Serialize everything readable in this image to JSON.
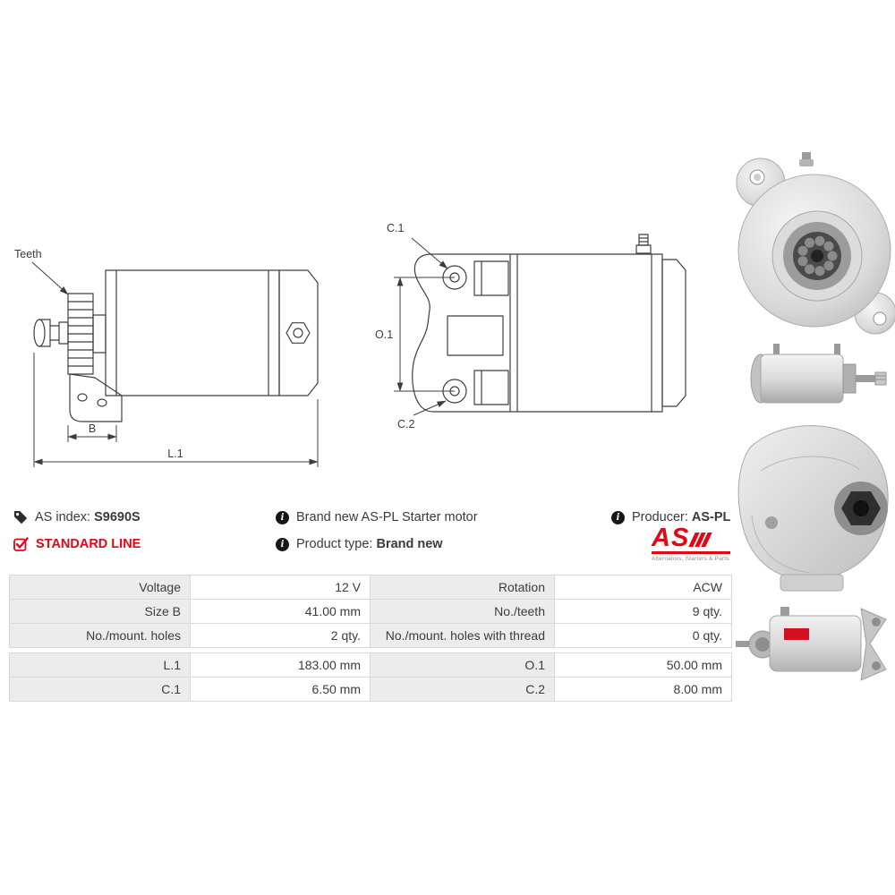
{
  "product_info": {
    "as_index_label": "AS index:",
    "as_index_value": "S9690S",
    "description": "Brand new AS-PL Starter motor",
    "producer_label": "Producer:",
    "producer_value": "AS-PL",
    "standard_line_label": "STANDARD LINE",
    "product_type_label": "Product type:",
    "product_type_value": "Brand new"
  },
  "logo": {
    "text": "AS",
    "subtext": "Alternators, Starters & Parts"
  },
  "icons": {
    "info_glyph": "i"
  },
  "diagram": {
    "teeth": "Teeth",
    "b": "B",
    "l1": "L.1",
    "c1": "C.1",
    "o1": "O.1",
    "c2": "C.2"
  },
  "spec_table": {
    "rows": [
      {
        "label1": "Voltage",
        "value1": "12 V",
        "label2": "Rotation",
        "value2": "ACW"
      },
      {
        "label1": "Size B",
        "value1": "41.00 mm",
        "label2": "No./teeth",
        "value2": "9 qty."
      },
      {
        "label1": "No./mount. holes",
        "value1": "2 qty.",
        "label2": "No./mount. holes with thread",
        "value2": "0 qty."
      },
      {
        "label1": "L.1",
        "value1": "183.00 mm",
        "label2": "O.1",
        "value2": "50.00 mm"
      },
      {
        "label1": "C.1",
        "value1": "6.50 mm",
        "label2": "C.2",
        "value2": "8.00 mm"
      }
    ]
  },
  "colors": {
    "accent_red": "#e30613",
    "table_label_bg": "#ececec",
    "table_value_bg": "#ffffff",
    "text": "#3c3c3c"
  }
}
